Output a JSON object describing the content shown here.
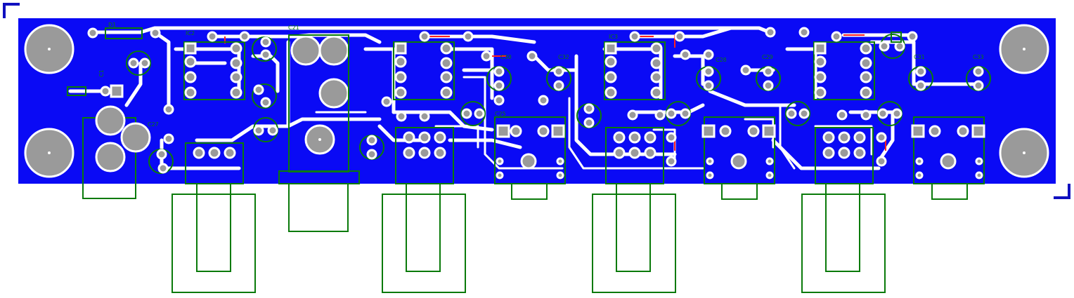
{
  "labels": {
    "d1": "D1",
    "c1": "C1",
    "ic2": "IC2",
    "ic3": "IC3",
    "c21": "C21",
    "c25": "C25",
    "c27": "C27",
    "c28": "C28",
    "c29": "C29",
    "c30": "C30",
    "c31": "C31",
    "c32": "C32",
    "c33": "C33"
  },
  "colors": {
    "board": "#0a0af5",
    "silkscreen": "#0a7a0a",
    "copper_trace": "#ffffff",
    "pad": "#9a9a9a",
    "corner_marks": "#1010c0"
  }
}
